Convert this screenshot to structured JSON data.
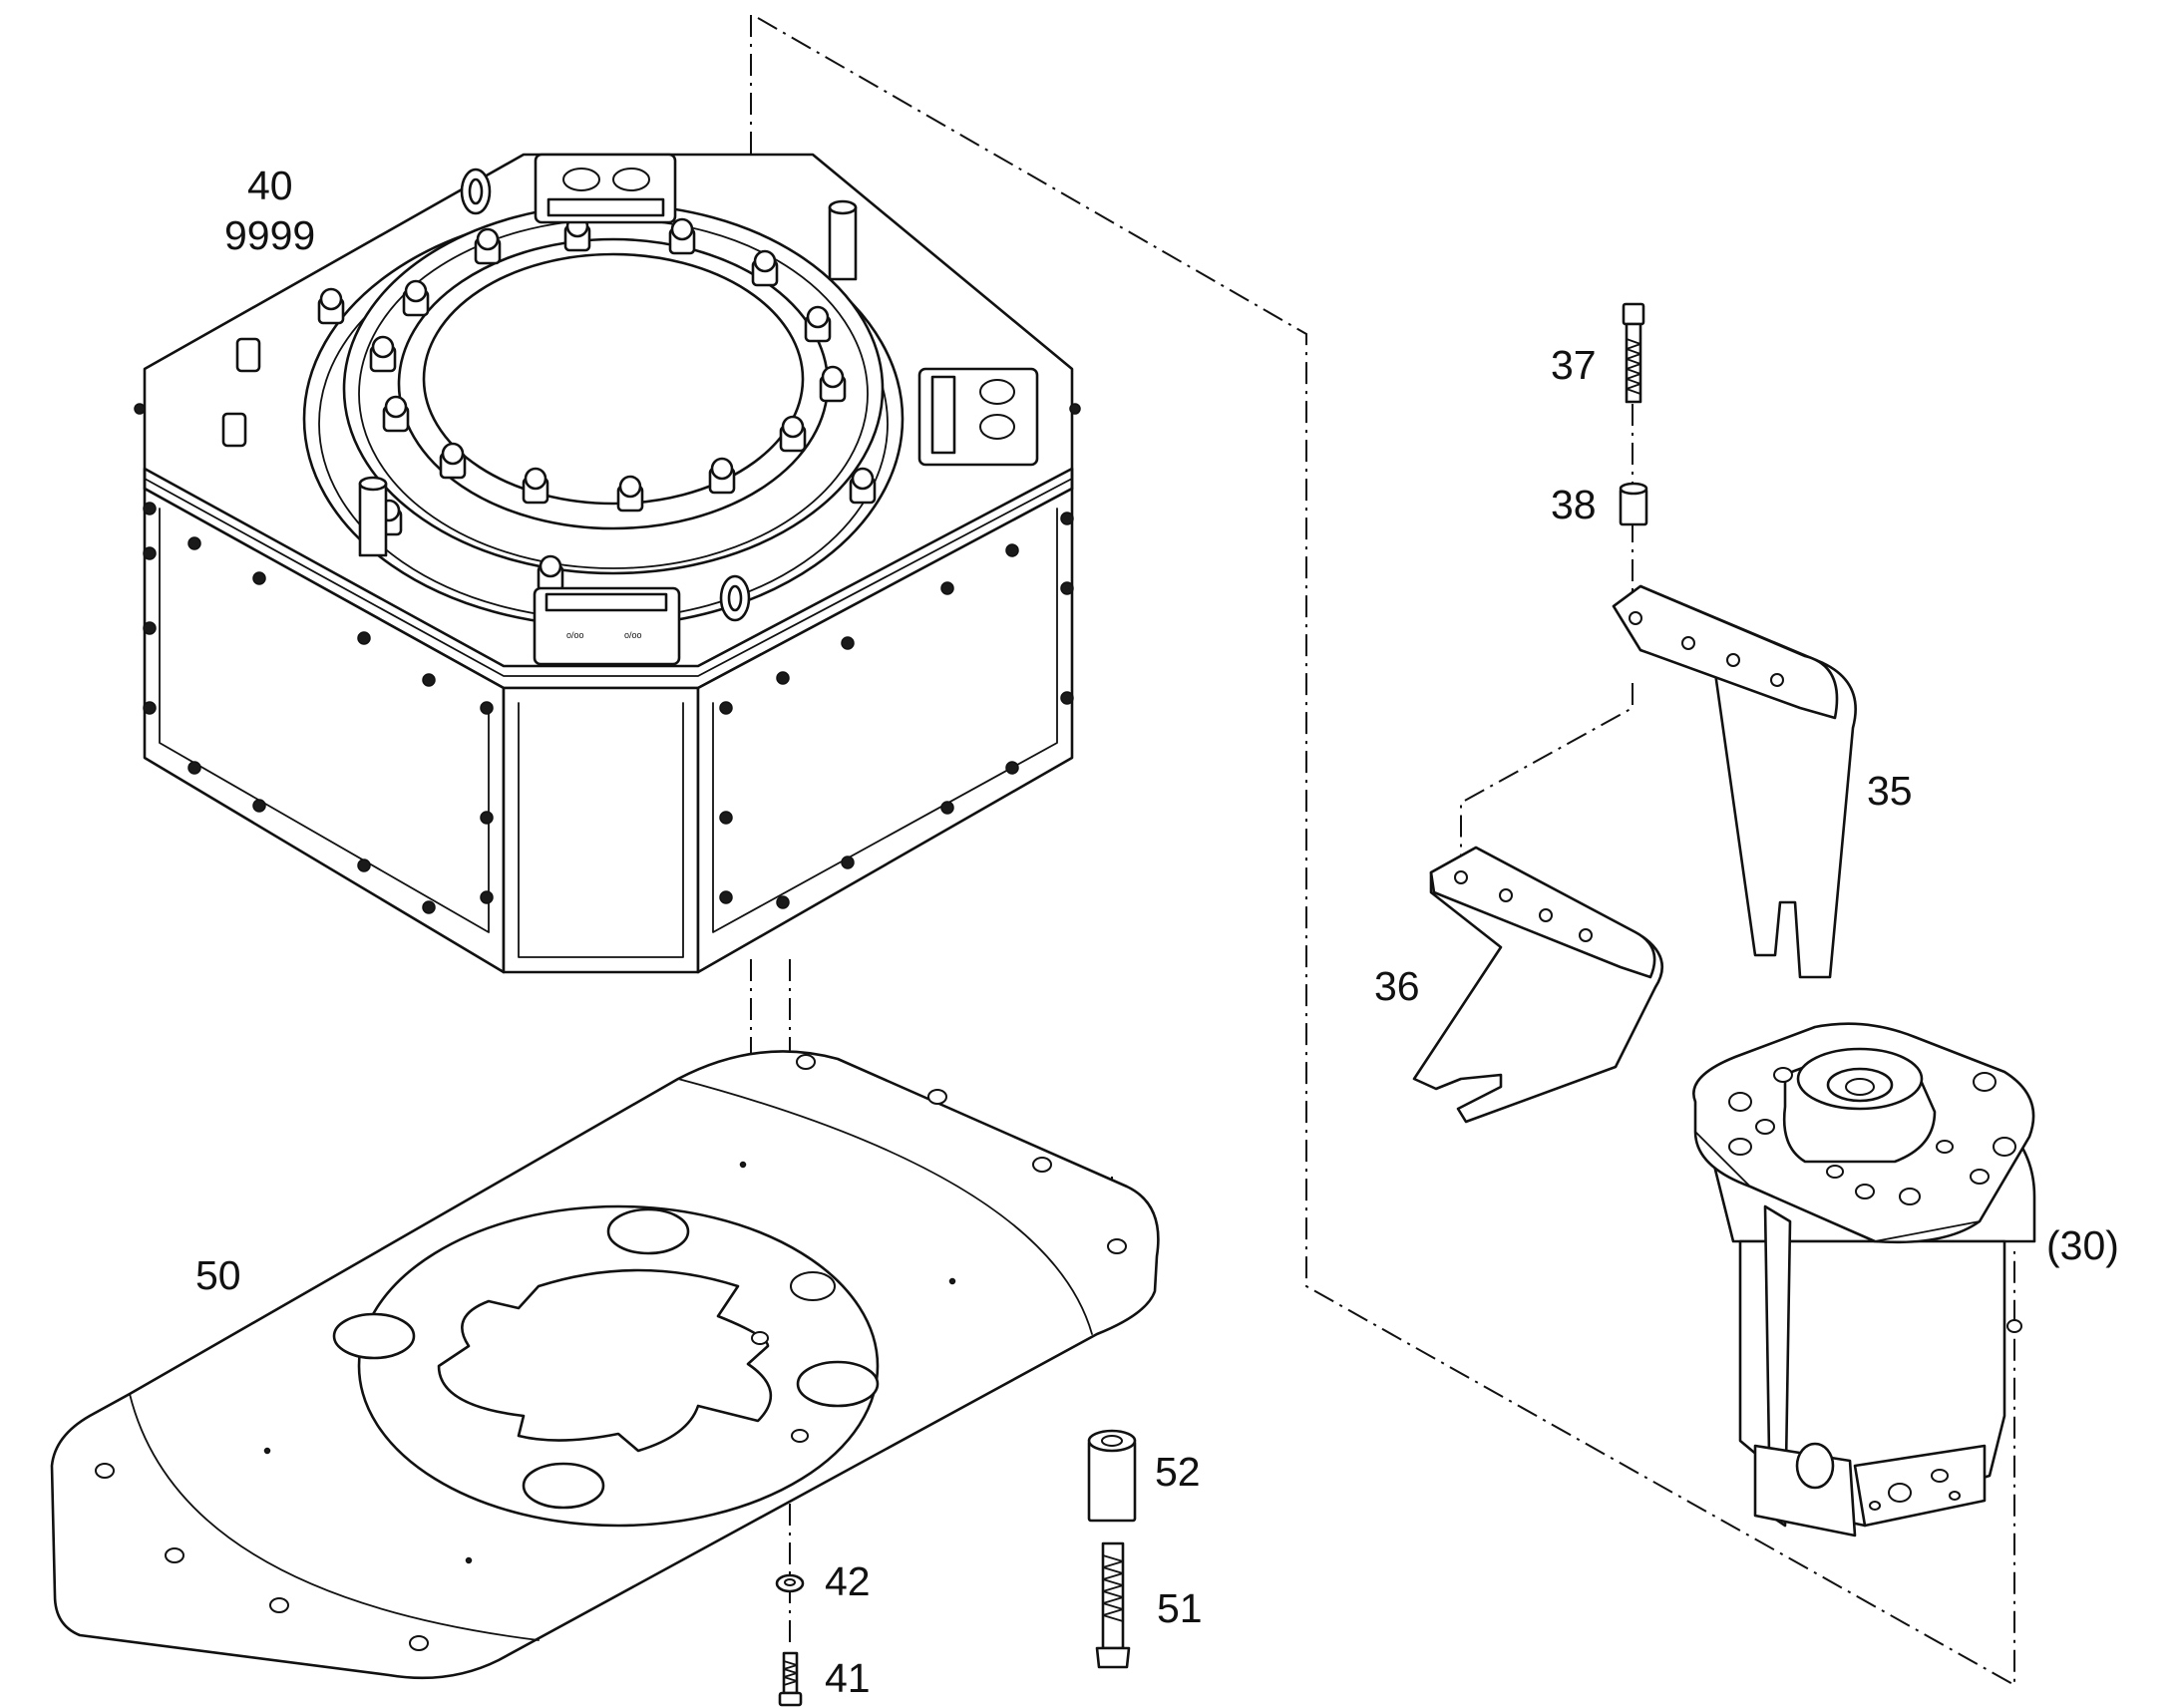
{
  "labels": {
    "p40": "40",
    "p9999": "9999",
    "p37": "37",
    "p38": "38",
    "p35": "35",
    "p36": "36",
    "p30": "(30)",
    "p50": "50",
    "p52": "52",
    "p51": "51",
    "p42": "42",
    "p41": "41"
  },
  "connector_text": "o/oo"
}
